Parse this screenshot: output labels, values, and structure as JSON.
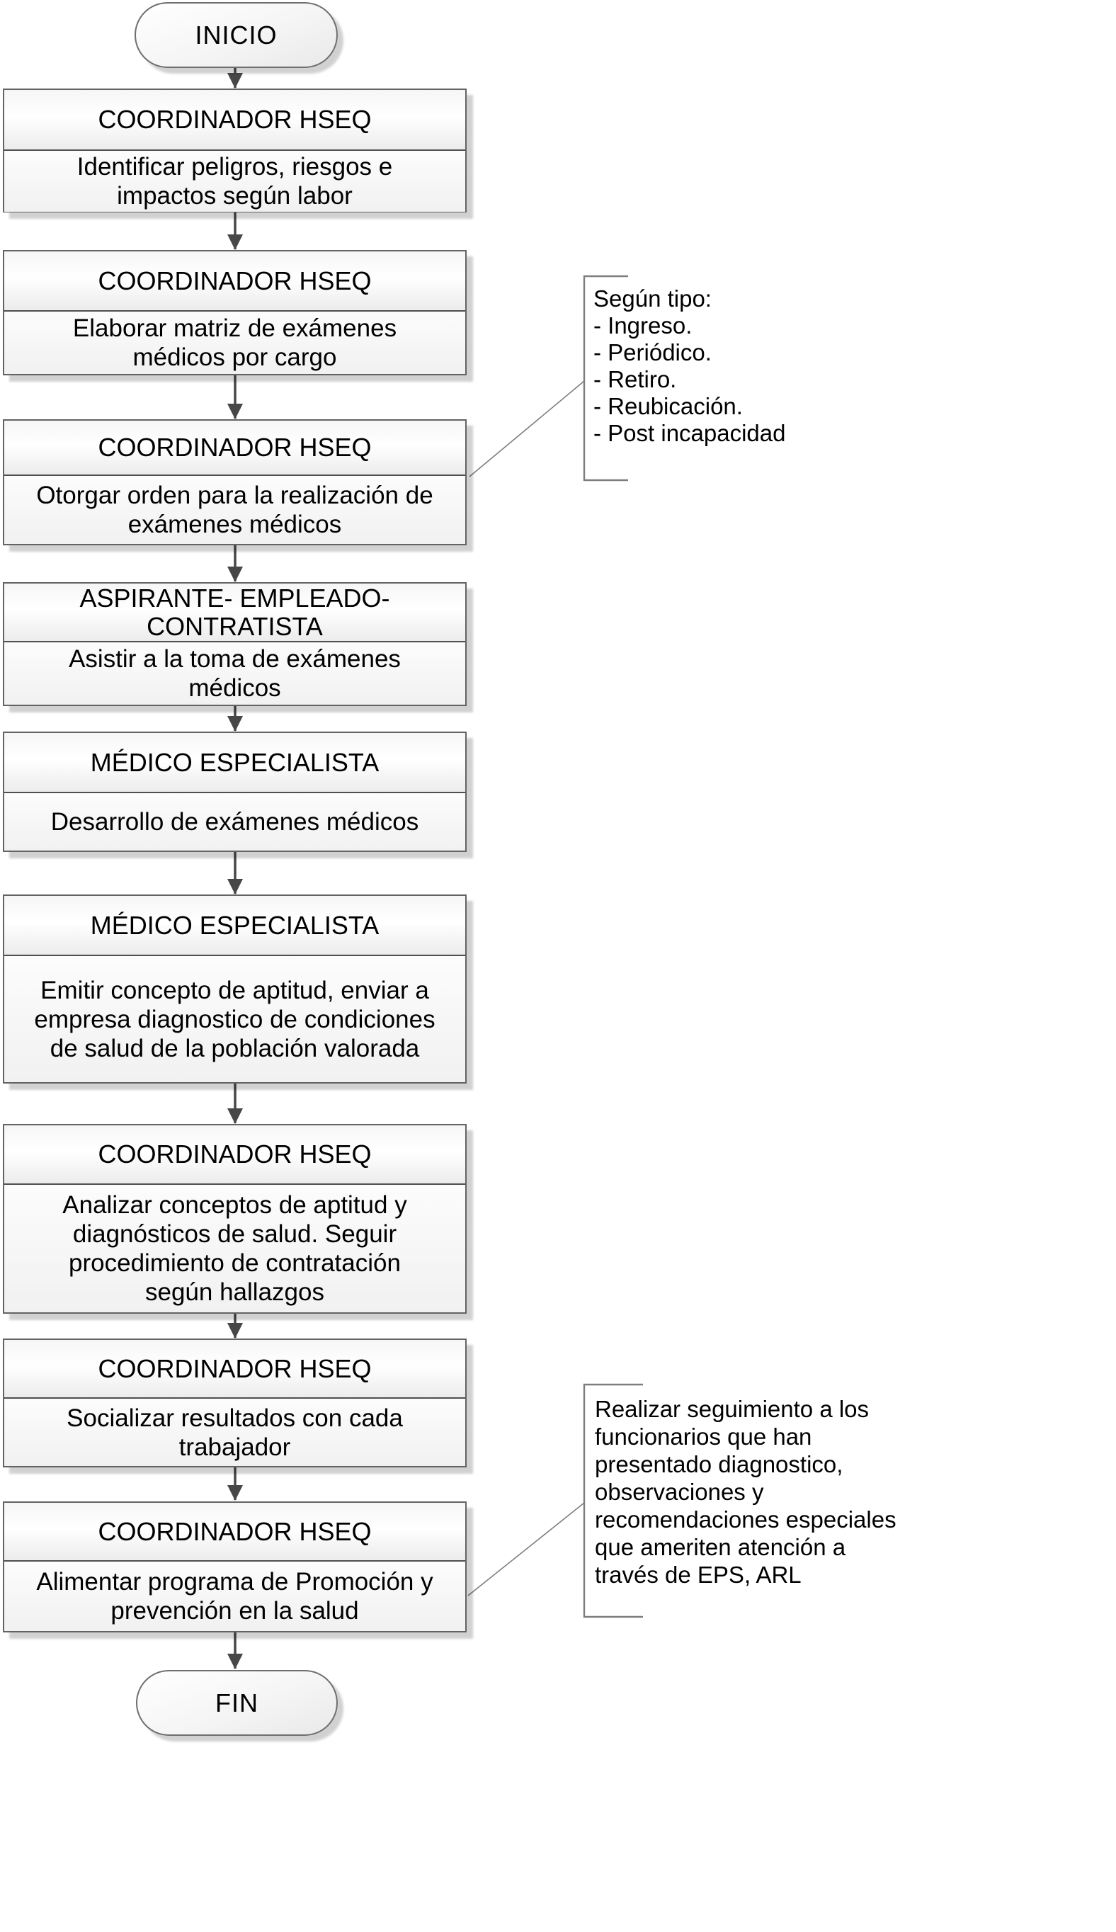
{
  "flowchart": {
    "start_label": "INICIO",
    "end_label": "FIN",
    "steps": [
      {
        "role": "COORDINADOR HSEQ",
        "action": "Identificar peligros, riesgos e\nimpactos  según labor"
      },
      {
        "role": "COORDINADOR HSEQ",
        "action": "Elaborar matriz de exámenes\nmédicos  por cargo"
      },
      {
        "role": "COORDINADOR HSEQ",
        "action": "Otorgar orden para la realización de\nexámenes médicos"
      },
      {
        "role": "ASPIRANTE- EMPLEADO-\nCONTRATISTA",
        "action": "Asistir a la toma de exámenes\nmédicos"
      },
      {
        "role": "MÉDICO ESPECIALISTA",
        "action": "Desarrollo de exámenes médicos"
      },
      {
        "role": "MÉDICO ESPECIALISTA",
        "action": "Emitir concepto de aptitud, enviar a\nempresa diagnostico de condiciones\nde salud de la población valorada"
      },
      {
        "role": "COORDINADOR HSEQ",
        "action": "Analizar conceptos de aptitud y\ndiagnósticos  de salud. Seguir\nprocedimiento de contratación\nsegún hallazgos"
      },
      {
        "role": "COORDINADOR HSEQ",
        "action": "Socializar resultados  con cada\ntrabajador"
      },
      {
        "role": "COORDINADOR HSEQ",
        "action": "Alimentar programa de Promoción y\nprevención en la salud"
      }
    ],
    "annotations": [
      {
        "lines": [
          "Según tipo:",
          "- Ingreso.",
          "- Periódico.",
          "- Retiro.",
          "- Reubicación.",
          "- Post incapacidad"
        ]
      },
      {
        "lines": [
          "Realizar seguimiento a los",
          "funcionarios que han",
          "presentado diagnostico,",
          "observaciones y",
          "recomendaciones especiales",
          "que ameriten atención a",
          "través de EPS, ARL"
        ]
      }
    ],
    "palette": {
      "background": "#ffffff",
      "box_border": "#636363",
      "box_fill_top": "#fbfbfb",
      "box_fill_bottom": "#ebebeb",
      "arrow": "#474747",
      "callout_line": "#7d7d7d",
      "text": "#000000"
    }
  }
}
